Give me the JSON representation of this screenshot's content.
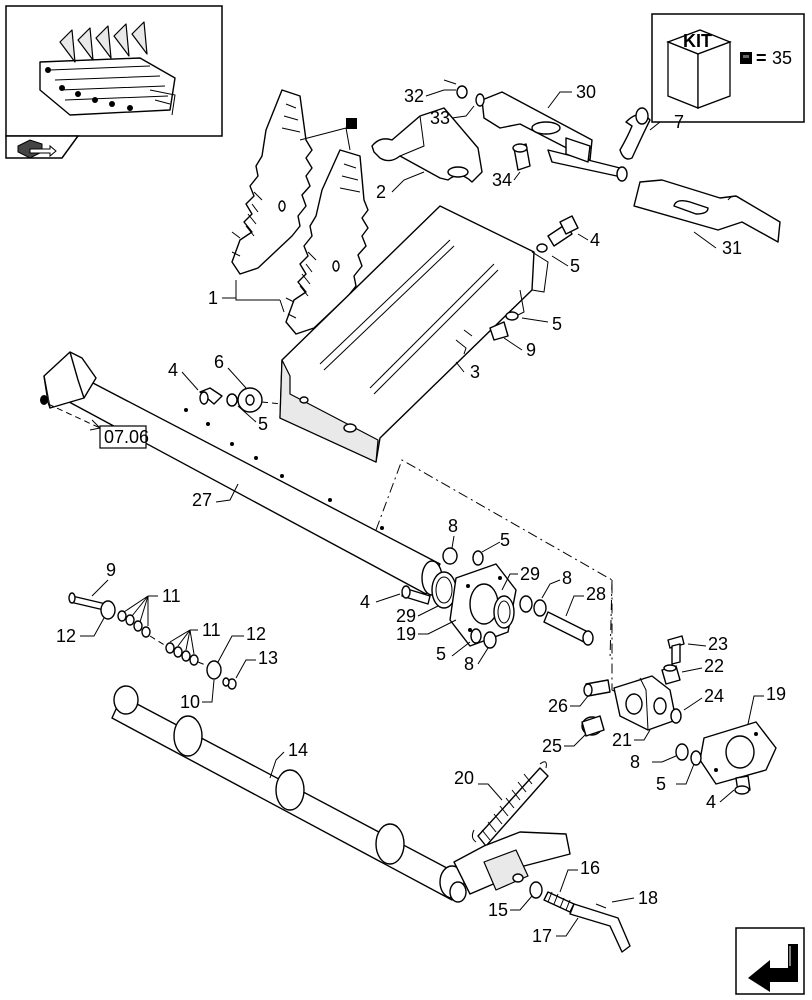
{
  "kit": {
    "badge_text": "KIT",
    "legend_equals": "=",
    "legend_number": "35",
    "legend_icon": "black-square-icon"
  },
  "reference_box": {
    "text": "07.06"
  },
  "navigation": {
    "prev_icon": "folder-arrow-icon",
    "next_icon": "bent-arrow-icon"
  },
  "callouts": {
    "c1": "1",
    "c2": "2",
    "c3": "3",
    "c4a": "4",
    "c4b": "4",
    "c4c": "4",
    "c4d": "4",
    "c5a": "5",
    "c5b": "5",
    "c5c": "5",
    "c5d": "5",
    "c5e": "5",
    "c5f": "5",
    "c6": "6",
    "c7": "7",
    "c8a": "8",
    "c8b": "8",
    "c8c": "8",
    "c8d": "8",
    "c9a": "9",
    "c9b": "9",
    "c10": "10",
    "c11a": "11",
    "c11b": "11",
    "c12a": "12",
    "c12b": "12",
    "c13": "13",
    "c14": "14",
    "c15": "15",
    "c16": "16",
    "c17": "17",
    "c18": "18",
    "c19a": "19",
    "c19b": "19",
    "c20": "20",
    "c21": "21",
    "c22": "22",
    "c23": "23",
    "c24": "24",
    "c25": "25",
    "c26": "26",
    "c27": "27",
    "c28": "28",
    "c29a": "29",
    "c29b": "29",
    "c30": "30",
    "c31": "31",
    "c32": "32",
    "c33": "33",
    "c34": "34"
  }
}
